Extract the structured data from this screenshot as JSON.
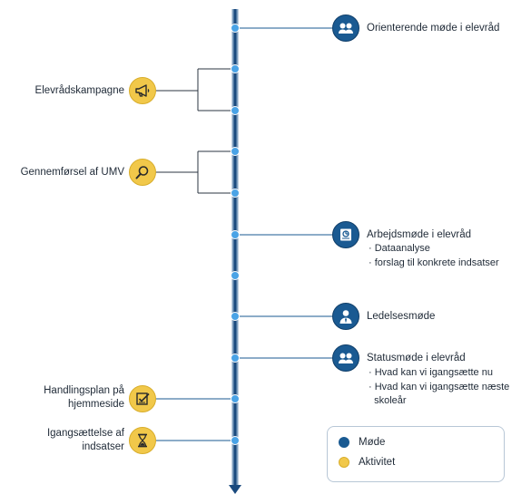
{
  "colors": {
    "meeting": "#1a5a92",
    "activity": "#f1c84a",
    "timeline_dark": "#1a4a7e",
    "timeline_light": "#7f9fbf",
    "connector": "#1a5a92",
    "bracket": "#2b3440"
  },
  "timeline": {
    "node_count": 11
  },
  "events": [
    {
      "id": "orienterende",
      "side": "right",
      "kind": "meeting",
      "icon": "people-icon",
      "title": "Orienterende møde i elevråd",
      "bullets": []
    },
    {
      "id": "kampagne",
      "side": "left",
      "kind": "activity",
      "icon": "megaphone-icon",
      "title": "Elevrådskampagne",
      "bullets": []
    },
    {
      "id": "umv",
      "side": "left",
      "kind": "activity",
      "icon": "magnifier-icon",
      "title": "Gennemførsel af UMV",
      "bullets": []
    },
    {
      "id": "arbejdsmode",
      "side": "right",
      "kind": "meeting",
      "icon": "report-icon",
      "title": "Arbejdsmøde i elevråd",
      "bullets": [
        "· Dataanalyse",
        "· forslag til konkrete indsatser"
      ]
    },
    {
      "id": "ledelsesmode",
      "side": "right",
      "kind": "meeting",
      "icon": "manager-icon",
      "title": "Ledelsesmøde",
      "bullets": []
    },
    {
      "id": "statusmode",
      "side": "right",
      "kind": "meeting",
      "icon": "people-icon",
      "title": "Statusmøde i elevråd",
      "bullets": [
        "· Hvad kan vi igangsætte nu",
        "· Hvad kan vi igangsætte næste",
        "  skoleår"
      ]
    },
    {
      "id": "handlingsplan",
      "side": "left",
      "kind": "activity",
      "icon": "checklist-icon",
      "title_lines": [
        "Handlingsplan på",
        "hjemmeside"
      ],
      "bullets": []
    },
    {
      "id": "igangsaettelse",
      "side": "left",
      "kind": "activity",
      "icon": "hourglass-icon",
      "title_lines": [
        "Igangsættelse af",
        "indsatser"
      ],
      "bullets": []
    }
  ],
  "legend": {
    "items": [
      {
        "label": "Møde",
        "kind": "meeting"
      },
      {
        "label": "Aktivitet",
        "kind": "activity"
      }
    ]
  }
}
